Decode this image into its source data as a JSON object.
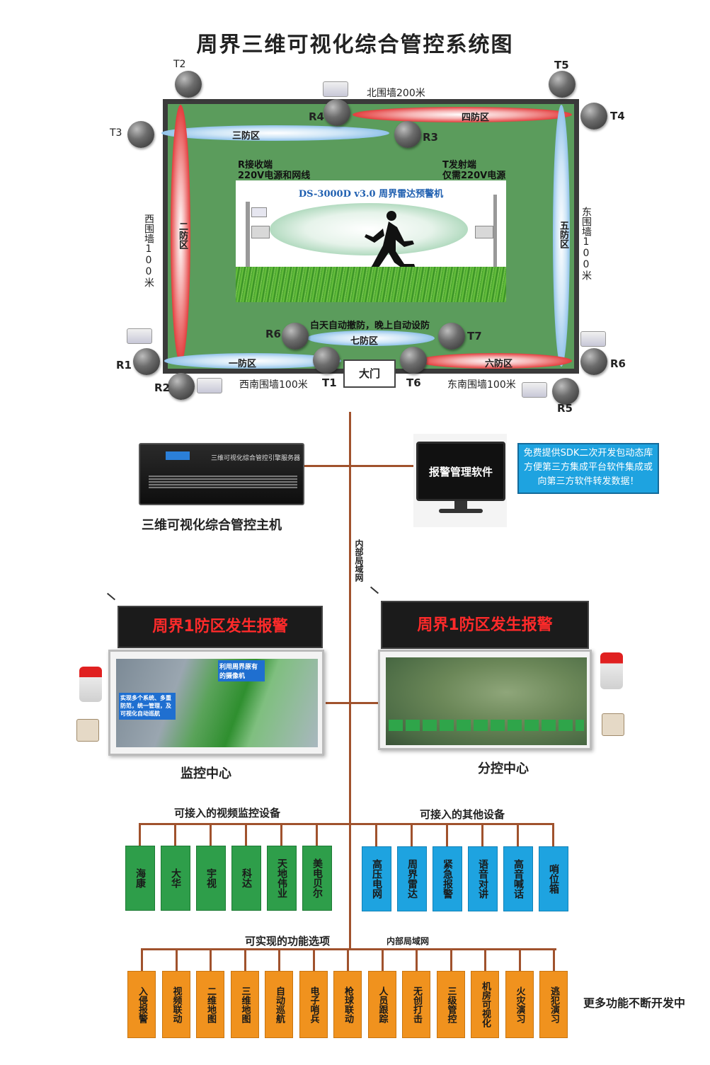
{
  "title": "周界三维可视化综合管控系统图",
  "walls": {
    "north": "北围墙200米",
    "west": "西围墙100米",
    "east": "东围墙100米",
    "southwest": "西南围墙100米",
    "southeast": "东南围墙100米"
  },
  "gate": "大门",
  "zones": {
    "z1": "一防区",
    "z2": "二防区",
    "z3": "三防区",
    "z4": "四防区",
    "z5": "五防区",
    "z6": "六防区",
    "z7": "七防区"
  },
  "sensors": {
    "T1": "T1",
    "T2": "T2",
    "T3": "T3",
    "T4": "T4",
    "T5": "T5",
    "T6": "T6",
    "T7": "T7",
    "R1": "R1",
    "R2": "R2",
    "R3": "R3",
    "R4": "R4",
    "R5": "R5",
    "R6a": "R6",
    "R6b": "R6"
  },
  "radar_panel": {
    "receiver_label": "R接收端\n220V电源和网线",
    "transmitter_label": "T发射端\n仅需220V电源",
    "product": "DS-3000D v3.0 周界雷达预警机"
  },
  "auto_arm": "白天自动撤防，晚上自动设防",
  "host": {
    "label": "三维可视化综合管控主机",
    "panel_text": "三维可视化综合管控引擎服务器"
  },
  "alarm_software": "报警管理软件",
  "sdk_note": "免费提供SDK二次开发包动态库方便第三方集成平台软件集成或向第三方软件转发数据！",
  "lan_label": "内部局域网",
  "led_alarm": "周界1防区发生报警",
  "monitor_center": {
    "label": "监控中心",
    "callout1": "利用周界原有的摄像机",
    "callout2": "实现多个系统、多重防范，统一管理，及可视化自动巡航"
  },
  "sub_center": {
    "label": "分控中心"
  },
  "video_devices": {
    "heading": "可接入的视频监控设备",
    "items": [
      "海康",
      "大华",
      "宇视",
      "科达",
      "天地伟业",
      "美电贝尔"
    ]
  },
  "other_devices": {
    "heading": "可接入的其他设备",
    "items": [
      "高压电网",
      "周界雷达",
      "紧急报警",
      "语音对讲",
      "高音喊话",
      "哨位箱"
    ]
  },
  "functions": {
    "heading": "可实现的功能选项",
    "lan_label": "内部局域网",
    "items": [
      "入侵报警",
      "视频联动",
      "二维地图",
      "三维地图",
      "自动巡航",
      "电子哨兵",
      "枪球联动",
      "人员跟踪",
      "无创打击",
      "三级管控",
      "机房可视化",
      "火灾演习",
      "逃犯演习"
    ],
    "more": "更多功能不断开发中"
  },
  "colors": {
    "field": "#5b9c5c",
    "zone_red": "#e13030",
    "zone_blue": "#7fb8e6",
    "line": "#a0522d",
    "green_box": "#2e9e4a",
    "blue_box": "#1ea3e0",
    "orange_box": "#f0921e",
    "led_text": "#ff2a2a"
  },
  "icons": [
    "sensor-icon",
    "speaker-icon",
    "runner-icon",
    "server-icon",
    "monitor-icon",
    "alarm-lamp-icon",
    "emergency-button-icon"
  ]
}
